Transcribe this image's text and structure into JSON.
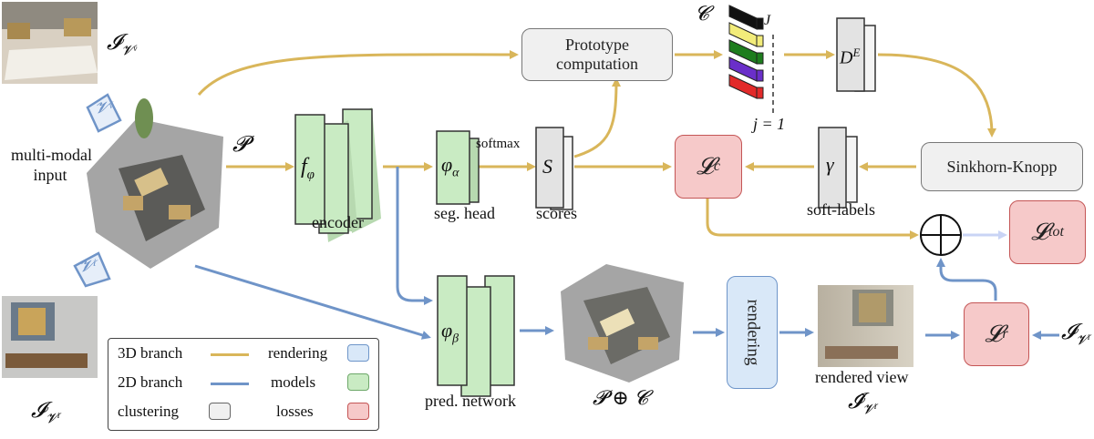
{
  "labels": {
    "iv_top": "𝓘",
    "iv_top_sub": "𝓥ᵛ",
    "vv": "𝓥ᵛ",
    "vi": "𝓥ⁱ",
    "multimodal_line1": "multi-modal",
    "multimodal_line2": "input",
    "P": "𝓟",
    "f_phi": "f",
    "f_phi_sub": "φ",
    "encoder": "encoder",
    "phi_alpha": "φ",
    "phi_alpha_sub": "α",
    "softmax": "softmax",
    "seg_head": "seg. head",
    "S": "S",
    "scores": "scores",
    "C": "𝓒",
    "J": "J",
    "j1": "j = 1",
    "DE": "D",
    "DE_sup": "E",
    "gamma": "γ",
    "soft_labels": "soft-labels",
    "phi_beta": "φ",
    "phi_beta_sub": "β",
    "pred_network": "pred. network",
    "PplusC": "𝓟 ⊕ 𝓒",
    "rendered_view": "rendered view",
    "Ihat": "𝓘̂",
    "Ihat_sub": "𝓥ⁱ",
    "Ivi_left": "𝓘",
    "Ivi_left_sub": "𝓥ⁱ",
    "Ivi_right": "𝓘",
    "Ivi_right_sub": "𝓥ⁱ"
  },
  "boxes": {
    "prototype_line1": "Prototype",
    "prototype_line2": "computation",
    "sinkhorn": "Sinkhorn-Knopp",
    "rendering": "rendering",
    "Lc": "𝓛",
    "Lc_sub": "c",
    "Ltot": "𝓛",
    "Ltot_sub": "tot",
    "Lr": "𝓛",
    "Lr_sub": "r"
  },
  "legend": {
    "branch3d": "3D branch",
    "branch2d": "2D branch",
    "clustering": "clustering",
    "rendering": "rendering",
    "models": "models",
    "losses": "losses"
  },
  "colors": {
    "branch3d": "#d9b65a",
    "branch2d": "#6f94c8",
    "clustering": "#f0f0f0",
    "rendering": "#d9e8f8",
    "models": "#c9ebc3",
    "losses": "#f6c9c9",
    "prototype_stack": [
      "#111111",
      "#f2ec7a",
      "#1e7d1e",
      "#6a2fc9",
      "#e22a2a"
    ]
  }
}
